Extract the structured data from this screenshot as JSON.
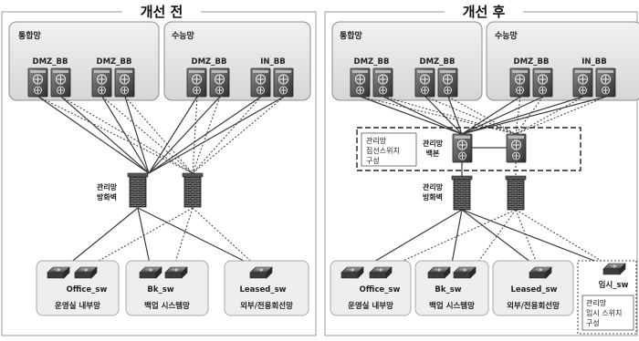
{
  "before": {
    "title": "개선 전",
    "zone_integrated": "통합망",
    "zone_sungmang": "수능망",
    "dmz_bb_1": "DMZ_BB",
    "dmz_bb_2": "DMZ_BB",
    "dmz_bb_3": "DMZ_BB",
    "in_bb": "IN_BB",
    "firewall_label": "관리망\n방화벽",
    "office_sw": "Office_sw",
    "bk_sw": "Bk_sw",
    "leased_sw": "Leased_sw",
    "office_net": "운영실 내부망",
    "bk_net": "백업 시스템망",
    "leased_net": "외부/전용회선망"
  },
  "after": {
    "title": "개선 후",
    "zone_integrated": "통합망",
    "zone_sungmang": "수능망",
    "dmz_bb_1": "DMZ_BB",
    "dmz_bb_2": "DMZ_BB",
    "dmz_bb_3": "DMZ_BB",
    "in_bb": "IN_BB",
    "mgmt_box_label": "관리망\n집선스위치\n구성",
    "mgmt_backbone_label": "관리망\n백본",
    "firewall_label": "관리망\n방화벽",
    "office_sw": "Office_sw",
    "bk_sw": "Bk_sw",
    "leased_sw": "Leased_sw",
    "temp_sw": "임시_sw",
    "office_net": "운영실 내부망",
    "bk_net": "백업 시스템망",
    "leased_net": "외부/전용회선망",
    "temp_box_label": "관리망\n임시 스위치\n구성"
  },
  "colors": {
    "zone_fill": "#e6e6e6",
    "panel_border": "#9a9a9a",
    "line": "#3a3a3a",
    "device": "#4d4d4d"
  }
}
